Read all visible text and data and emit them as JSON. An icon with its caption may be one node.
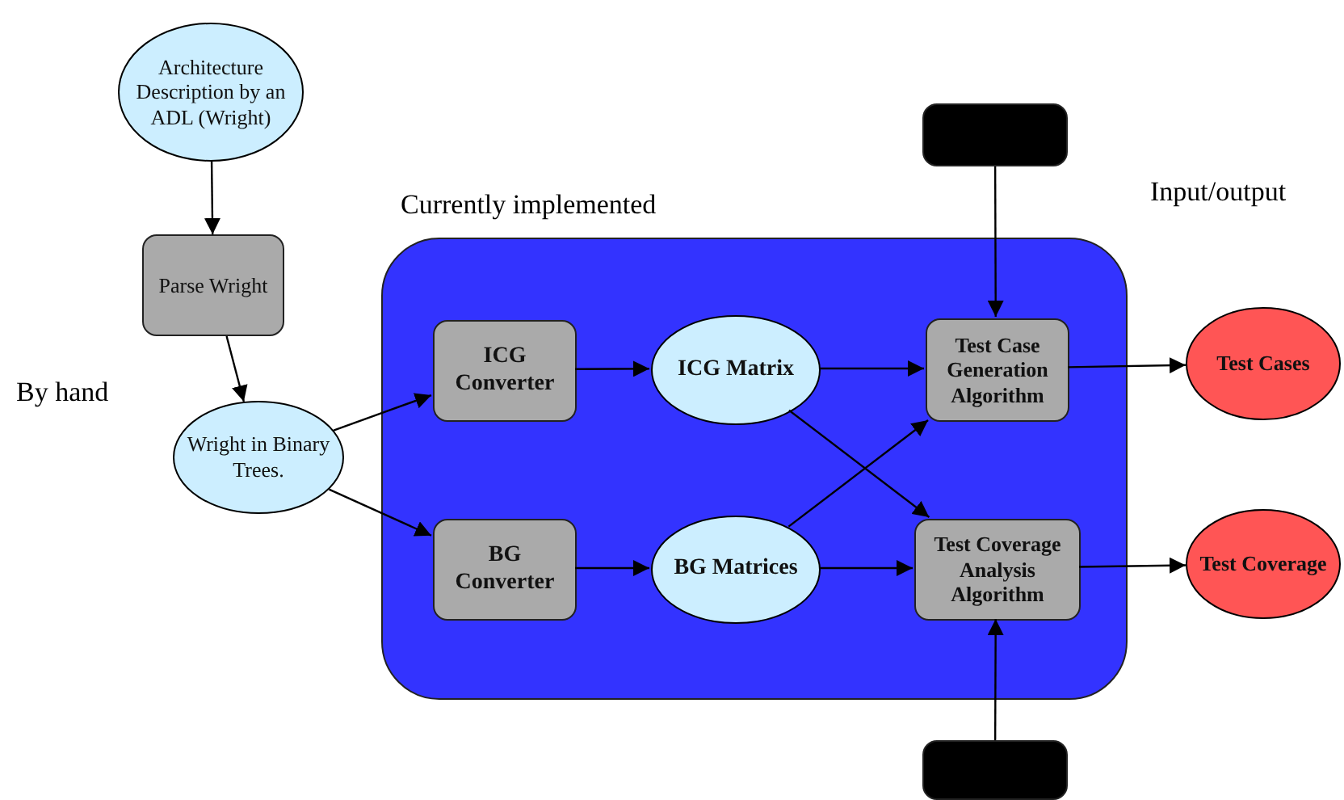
{
  "diagram": {
    "nodes": [
      {
        "text": [
          "Architecture Description by an ADL (Wright)"
        ]
      },
      {
        "text": [
          "Parse Wright"
        ]
      },
      {
        "text": [
          "Wright in Binary Trees."
        ]
      },
      {
        "text": [
          "Currently implemented"
        ]
      },
      {
        "text": [
          "ICG Converter"
        ],
        "in": 3
      },
      {
        "text": [
          "ICG Matrix"
        ],
        "in": 3
      },
      {
        "text": [
          "BG Converter"
        ],
        "in": 3
      },
      {
        "text": [
          "BG Matrices"
        ],
        "in": 3
      },
      {
        "text": [
          "Test Case Generation Algorithm"
        ],
        "in": 3
      },
      {
        "text": [
          "Test Coverage Analysis Algorithm"
        ],
        "in": 3
      },
      {
        "text": [
          "Test Cases"
        ]
      },
      {
        "text": [
          "Test Coverage"
        ]
      },
      {
        "text": [],
        "shape": "box"
      },
      {
        "text": [],
        "shape": "box"
      }
    ],
    "edges": [
      {
        "from": 0,
        "to": 1,
        "arrow": "to"
      },
      {
        "from": 1,
        "to": 2,
        "arrow": "to"
      },
      {
        "from": 2,
        "to": 4,
        "arrow": "to"
      },
      {
        "from": 2,
        "to": 6,
        "arrow": "to"
      },
      {
        "from": 4,
        "to": 5,
        "arrow": "to"
      },
      {
        "from": 6,
        "to": 7,
        "arrow": "to"
      },
      {
        "from": 5,
        "to": 8,
        "arrow": "to"
      },
      {
        "from": 5,
        "to": 9,
        "arrow": "to"
      },
      {
        "from": 7,
        "to": 8,
        "arrow": "to"
      },
      {
        "from": 7,
        "to": 9,
        "arrow": "to"
      },
      {
        "from": 8,
        "to": 10,
        "arrow": "to"
      },
      {
        "from": 9,
        "to": 11,
        "arrow": "to"
      },
      {
        "from": 12,
        "to": 8,
        "arrow": "to"
      },
      {
        "from": 13,
        "to": 9,
        "arrow": "to"
      }
    ],
    "labels": [
      "By hand",
      "Input/output"
    ]
  }
}
